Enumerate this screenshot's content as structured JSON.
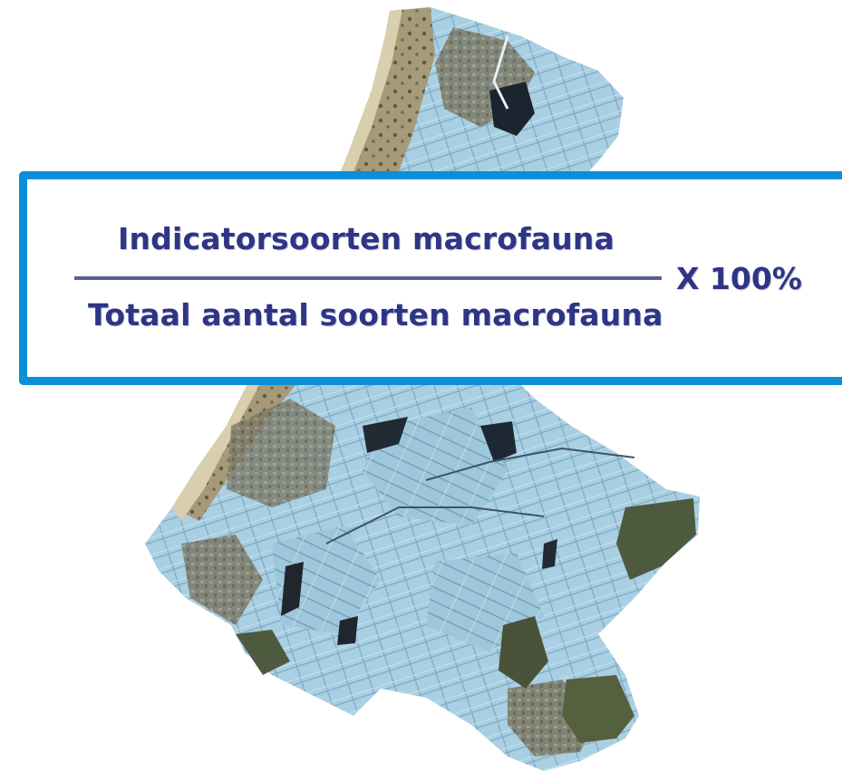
{
  "formula": {
    "numerator": "Indicatorsoorten macrofauna",
    "denominator": "Totaal aantal soorten macrofauna",
    "multiplier": "X 100%"
  },
  "colors": {
    "box_border": "#0a8fd8",
    "text": "#2f3585",
    "fraction_line": "#5a5d98",
    "water_light": "#a9cfe3",
    "land_dark": "#6b6a55",
    "dunes": "#b9ab86"
  },
  "image": {
    "subject": "satellite-map-region"
  }
}
